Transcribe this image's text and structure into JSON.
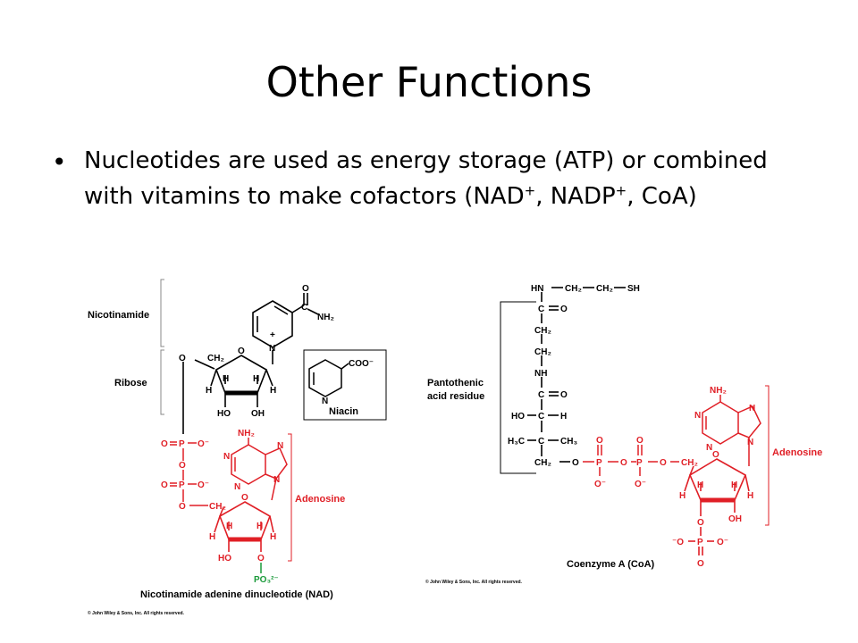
{
  "slide": {
    "title": "Other Functions",
    "bullet": {
      "part1": "Nucleotides are used as energy storage (ATP) or combined with vitamins to make cofactors (NAD",
      "sup1": "+",
      "part2": ", NADP",
      "sup2": "+",
      "part3": ", CoA)"
    }
  },
  "nad_figure": {
    "labels": {
      "nicotinamide": "Nicotinamide",
      "ribose": "Ribose",
      "adenosine": "Adenosine",
      "niacin": "Niacin",
      "caption": "Nicotinamide adenine dinucleotide (NAD)",
      "copyright": "© John Wiley & Sons, Inc. All rights reserved."
    },
    "atoms": {
      "O": "O",
      "C": "C",
      "N": "N",
      "H": "H",
      "P": "P",
      "NH2": "NH₂",
      "CH2": "CH₂",
      "HO": "HO",
      "OH": "OH",
      "O_minus": "O⁻",
      "COO_minus": "COO⁻",
      "plus": "+",
      "PO3": "PO₃²⁻"
    },
    "colors": {
      "black": "#000000",
      "red": "#e01f26",
      "green": "#1a9a3a",
      "gray": "#888888"
    }
  },
  "coa_figure": {
    "labels": {
      "pantothenic_1": "Pantothenic",
      "pantothenic_2": "acid residue",
      "adenosine": "Adenosine",
      "caption": "Coenzyme A (CoA)",
      "copyright": "© John Wiley & Sons, Inc. All rights reserved."
    },
    "atoms": {
      "HN": "HN",
      "CH2": "CH₂",
      "SH": "SH",
      "C": "C",
      "O": "O",
      "NH": "NH",
      "HO": "HO",
      "H": "H",
      "H3C": "H₃C",
      "CH3": "CH₃",
      "P": "P",
      "O_minus": "O⁻",
      "minus_O": "⁻O",
      "NH2": "NH₂",
      "N": "N",
      "OH": "OH"
    }
  }
}
